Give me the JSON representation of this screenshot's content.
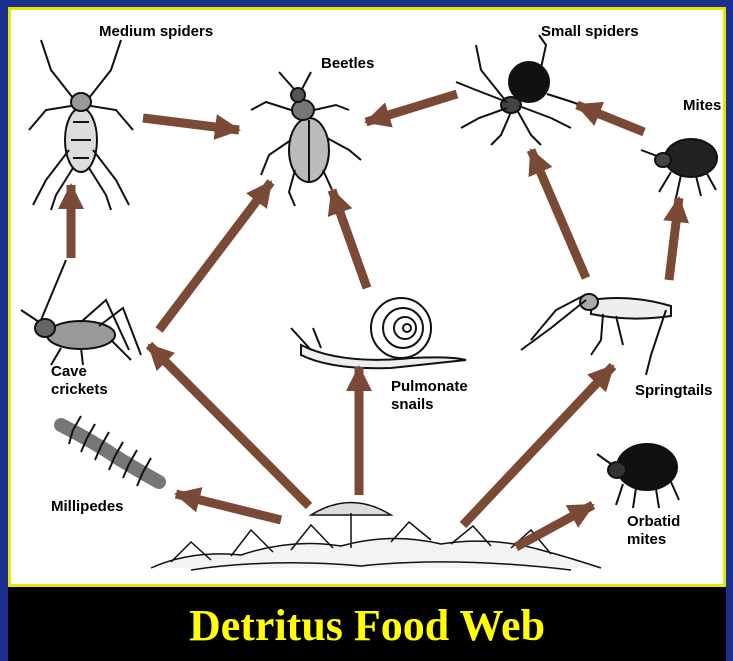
{
  "title": "Detritus Food Web",
  "colors": {
    "background": "#1c2f8f",
    "border": "#e6e600",
    "arrow": "#7a4a37",
    "title": "#ffff00",
    "title_bar": "#000000"
  },
  "labels": {
    "medium_spiders": "Medium spiders",
    "beetles": "Beetles",
    "small_spiders": "Small spiders",
    "mites": "Mites",
    "cave_crickets": "Cave\ncrickets",
    "pulmonate_snails": "Pulmonate\nsnails",
    "springtails": "Springtails",
    "millipedes": "Millipedes",
    "orbatid_mites": "Orbatid\nmites"
  },
  "links": [
    {
      "from": "medium-spiders",
      "to": "beetles"
    },
    {
      "from": "small-spiders",
      "to": "beetles"
    },
    {
      "from": "mites",
      "to": "small-spiders"
    },
    {
      "from": "cave-crickets",
      "to": "medium-spiders"
    },
    {
      "from": "cave-crickets",
      "to": "beetles"
    },
    {
      "from": "pulmonate-snails",
      "to": "beetles"
    },
    {
      "from": "springtails",
      "to": "small-spiders"
    },
    {
      "from": "springtails",
      "to": "mites"
    },
    {
      "from": "detritus",
      "to": "cave-crickets"
    },
    {
      "from": "detritus",
      "to": "millipedes"
    },
    {
      "from": "detritus",
      "to": "pulmonate-snails"
    },
    {
      "from": "detritus",
      "to": "springtails"
    },
    {
      "from": "detritus",
      "to": "orbatid-mites"
    }
  ]
}
